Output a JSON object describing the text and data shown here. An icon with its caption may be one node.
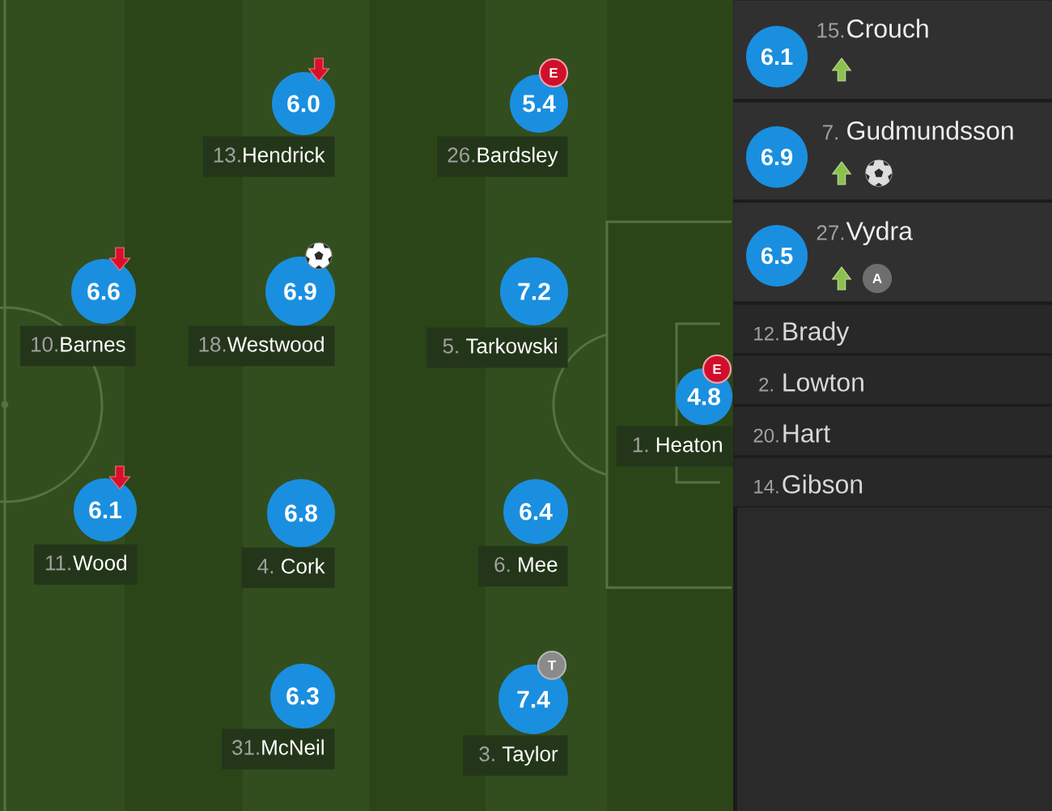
{
  "diagram": {
    "nodes": [
      {
        "text": [
          "6.0"
        ]
      },
      {
        "text": [
          "13.",
          "Hendrick"
        ]
      },
      {
        "text": [
          "5.4"
        ]
      },
      {
        "text": [
          "E"
        ]
      },
      {
        "text": [
          "26.",
          "Bardsley"
        ]
      },
      {
        "text": [
          "6.6"
        ]
      },
      {
        "text": [
          "10.",
          "Barnes"
        ]
      },
      {
        "text": [
          "6.9"
        ]
      },
      {
        "text": [
          "18.",
          "Westwood"
        ]
      },
      {
        "text": [
          "7.2"
        ]
      },
      {
        "text": [
          "5.",
          "Tarkowski"
        ]
      },
      {
        "text": [
          "4.8"
        ]
      },
      {
        "text": [
          "E"
        ]
      },
      {
        "text": [
          "1.",
          "Heaton"
        ]
      },
      {
        "text": [
          "6.1"
        ]
      },
      {
        "text": [
          "11.",
          "Wood"
        ]
      },
      {
        "text": [
          "6.8"
        ]
      },
      {
        "text": [
          "4.",
          "Cork"
        ]
      },
      {
        "text": [
          "6.4"
        ]
      },
      {
        "text": [
          "6.",
          "Mee"
        ]
      },
      {
        "text": [
          "6.3"
        ]
      },
      {
        "text": [
          "31.",
          "McNeil"
        ]
      },
      {
        "text": [
          "7.4"
        ]
      },
      {
        "text": [
          "T"
        ]
      },
      {
        "text": [
          "3.",
          "Taylor"
        ]
      },
      {
        "text": [
          "15.",
          "Crouch"
        ]
      },
      {
        "text": [
          "6.1"
        ],
        "in": 25
      },
      {
        "text": [
          "7.",
          "Gudmundsson"
        ]
      },
      {
        "text": [
          "6.9"
        ],
        "in": 27
      },
      {
        "text": [
          "27.",
          "Vydra"
        ]
      },
      {
        "text": [
          "6.5"
        ],
        "in": 29
      },
      {
        "text": [
          "A"
        ],
        "in": 29
      },
      {
        "text": [
          "12.",
          "Brady"
        ]
      },
      {
        "text": [
          "2.",
          "Lowton"
        ]
      },
      {
        "text": [
          "20.",
          "Hart"
        ]
      },
      {
        "text": [
          "14.",
          "Gibson"
        ]
      }
    ]
  }
}
